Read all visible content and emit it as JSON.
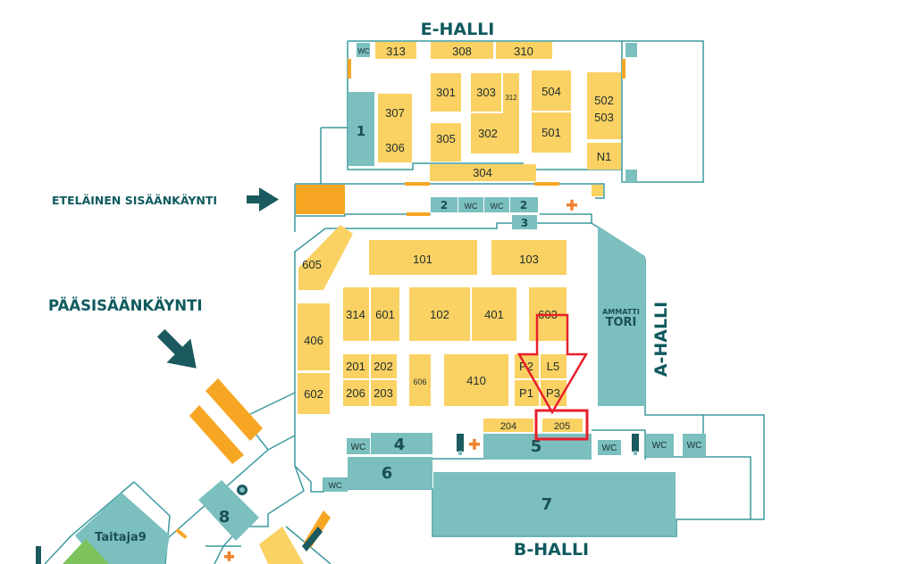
{
  "halls": {
    "e_halli": "E-HALLI",
    "a_halli": "A-HALLI",
    "b_halli": "B-HALLI",
    "ammatti_tori_top": "AMMATTI",
    "ammatti_tori_bottom": "TORI"
  },
  "entrances": {
    "south": "ETELÄINEN SISÄÄNKÄYNTI",
    "main": "PÄÄSISÄÄNKÄYNTI"
  },
  "booths": {
    "b313": "313",
    "b308": "308",
    "b310": "310",
    "b301": "301",
    "b303": "303",
    "b312": "312",
    "b504": "504",
    "b502": "502",
    "b503": "503",
    "b307": "307",
    "b306": "306",
    "b305": "305",
    "b302": "302",
    "b501": "501",
    "bN1": "N1",
    "b304": "304",
    "b101": "101",
    "b103": "103",
    "b605": "605",
    "b314": "314",
    "b601": "601",
    "b102": "102",
    "b401": "401",
    "b603": "603",
    "b406": "406",
    "b201": "201",
    "b202": "202",
    "b206": "206",
    "b203": "203",
    "b606": "606",
    "b410": "410",
    "bP2": "P2",
    "bL5": "L5",
    "bP1": "P1",
    "bP3": "P3",
    "b602": "602",
    "b204": "204",
    "b205": "205"
  },
  "areas": {
    "a1": "1",
    "a2left": "2",
    "a2right": "2",
    "a3": "3",
    "a4": "4",
    "a5": "5",
    "a6": "6",
    "a7": "7",
    "a8": "8",
    "taitaja": "Taitaja9"
  },
  "wc": "WC",
  "colors": {
    "booth_yellow": "#fad163",
    "booth_orange": "#f6a623",
    "service_teal": "#7bbfbf",
    "wall_teal": "#3c9a9e",
    "label_dark_teal": "#0f5a5e",
    "highlight_red": "#e8202a",
    "first_aid_orange": "#f0822f"
  }
}
